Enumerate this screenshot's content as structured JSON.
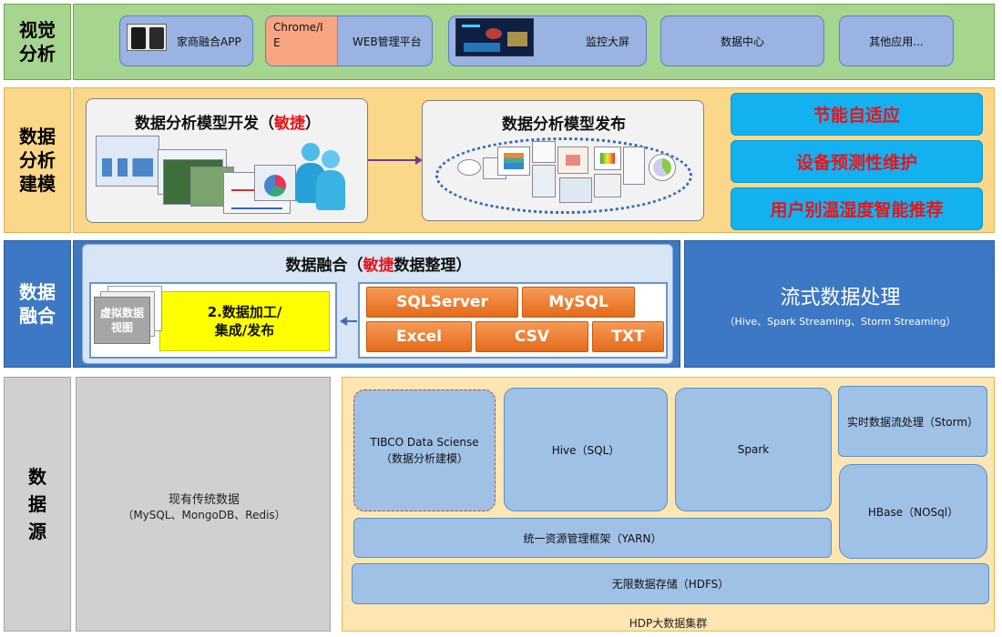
{
  "visual": {
    "label": "视觉\n分析",
    "apps": [
      {
        "label": "家商融合APP",
        "icon": "phone-icon"
      },
      {
        "label": "WEB管理平台",
        "browser": "Chrome/IE",
        "icon": "browser-icon"
      },
      {
        "label": "监控大屏",
        "icon": "monitor-screen-icon"
      },
      {
        "label": "数据中心"
      },
      {
        "label": "其他应用..."
      }
    ]
  },
  "modeling": {
    "label": "数据\n分析\n建模",
    "dev": {
      "title_prefix": "数据分析模型开发（",
      "title_accent": "敏捷",
      "title_suffix": "）"
    },
    "publish": {
      "title": "数据分析模型发布"
    },
    "apps": [
      "节能自适应",
      "设备预测性维护",
      "用户别温湿度智能推荐"
    ]
  },
  "fusion": {
    "label": "数据\n融合",
    "title_prefix": "数据融合（",
    "title_accent": "敏捷",
    "title_suffix": "数据整理）",
    "virtual": "虚拟数据视图",
    "process": "2.数据加工/\n集成/发布",
    "sources": [
      "SQLServer",
      "MySQL",
      "Excel",
      "CSV",
      "TXT"
    ],
    "stream": {
      "title": "流式数据处理",
      "subtitle": "（Hive、Spark Streaming、Storm Streaming）"
    }
  },
  "source": {
    "label": "数\n据\n源",
    "traditional": {
      "title": "现有传统数据",
      "subtitle": "（MySQL、MongoDB、Redis）"
    },
    "hdp": {
      "footer": "HDP大数据集群",
      "tibco": "TIBCO Data Sciense\n（数据分析建模）",
      "hive": "Hive（SQL）",
      "spark": "Spark",
      "storm": "实时数据流处理（Storm）",
      "hbase": "HBase（NOSql）",
      "yarn": "统一资源管理框架（YARN）",
      "hdfs": "无限数据存储（HDFS）"
    }
  }
}
